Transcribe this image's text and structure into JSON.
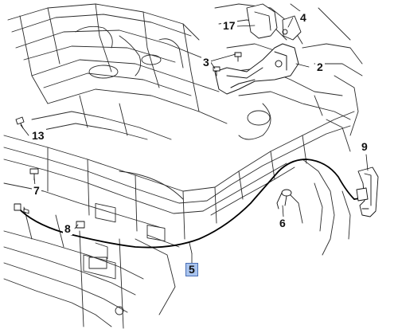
{
  "diagram": {
    "callouts": {
      "c2": "2",
      "c3": "3",
      "c4": "4",
      "c5": "5",
      "c6": "6",
      "c7": "7",
      "c8": "8",
      "c9": "9",
      "c13": "13",
      "c17": "17"
    },
    "highlighted_callout": "5",
    "colors": {
      "line": "#2a2a2a",
      "cable": "#000000",
      "highlight_fill": "#a9c4ee",
      "highlight_border": "#4a6fb5"
    }
  }
}
